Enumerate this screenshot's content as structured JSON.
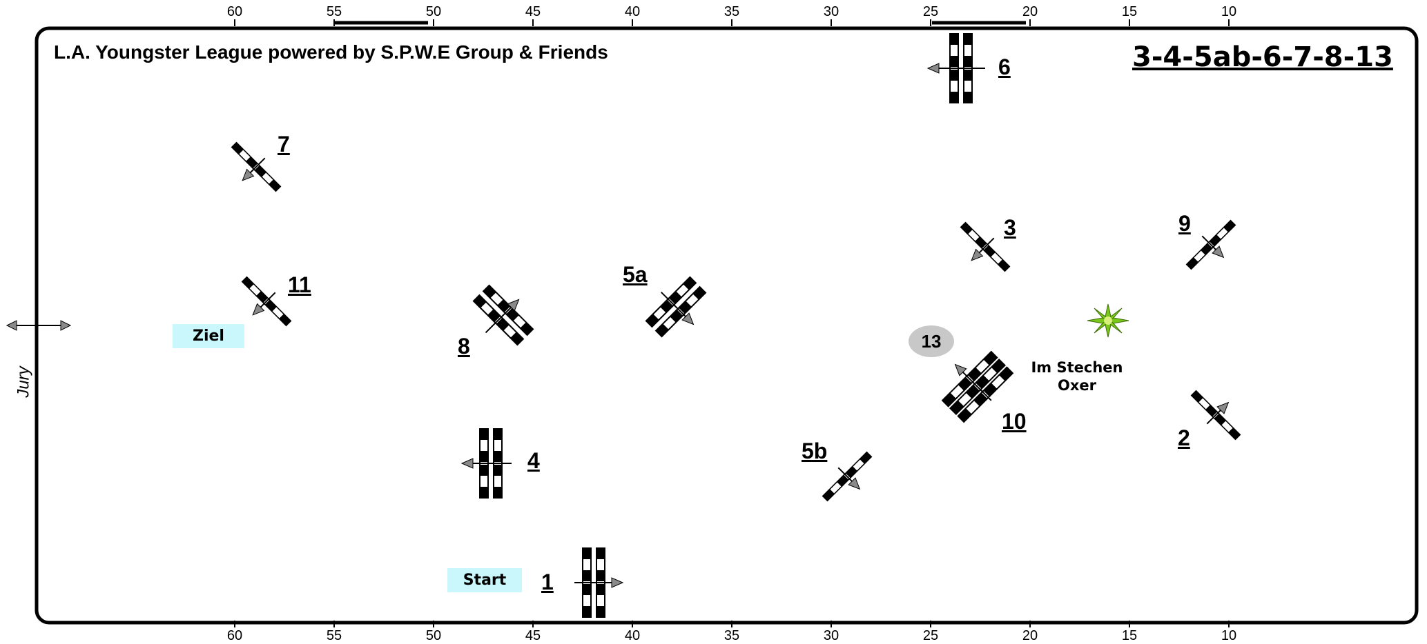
{
  "title": "L.A. Youngster League powered by S.P.W.E Group & Friends",
  "sequence": "3-4-5ab-6-7-8-13",
  "scale_ticks": [
    "60",
    "55",
    "50",
    "45",
    "40",
    "35",
    "30",
    "25",
    "20",
    "15",
    "10"
  ],
  "side_label": "Jury",
  "start_label": "Start",
  "finish_label": "Ziel",
  "jump_off_note": [
    "Im Stechen",
    "Oxer"
  ],
  "obstacles": {
    "o1": "1",
    "o2": "2",
    "o3": "3",
    "o4": "4",
    "o5a": "5a",
    "o5b": "5b",
    "o6": "6",
    "o7": "7",
    "o8": "8",
    "o9": "9",
    "o10": "10",
    "o11": "11",
    "o13": "13"
  },
  "colors": {
    "start_box": "#c9f7fb",
    "pole_dark": "#000000",
    "arrow": "#8a8a8a",
    "oval": "#c8c8c8",
    "plant": "#7ac61a"
  },
  "icons": {
    "plant": "plant-icon",
    "arrow": "direction-arrow-icon"
  }
}
